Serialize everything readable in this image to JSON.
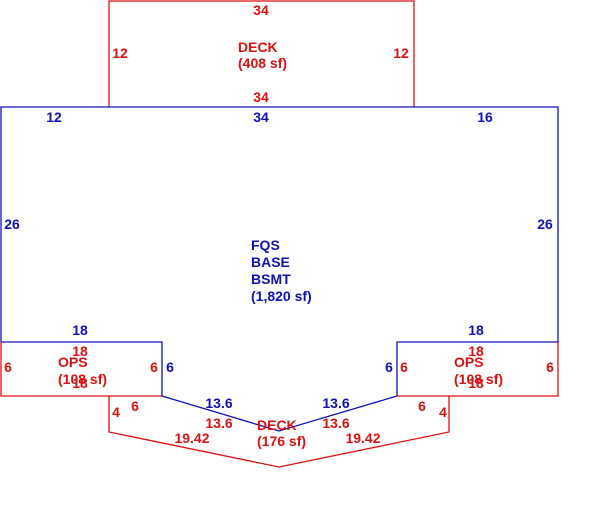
{
  "colors": {
    "deck": "#dd1111",
    "base": "#1010b8",
    "background": "#ffffff"
  },
  "deck_top": {
    "name": "DECK",
    "area": "(408 sf)",
    "dims": {
      "top": "34",
      "bottom": "34",
      "left": "12",
      "right": "12"
    }
  },
  "base": {
    "name_lines": [
      "FQS",
      "BASE",
      "BSMT"
    ],
    "area": "(1,820 sf)",
    "dims": {
      "top_left": "12",
      "top_mid": "34",
      "top_right": "16",
      "left": "26",
      "right": "26",
      "notch_left_top": "18",
      "notch_right_top": "18",
      "notch_left_side": "6",
      "notch_right_side": "6",
      "slant_left": "13.6",
      "slant_right": "13.6"
    }
  },
  "ops_left": {
    "name": "OPS",
    "area": "(108 sf)",
    "dims": {
      "top": "18",
      "bottom": "18",
      "left": "6",
      "right": "6"
    }
  },
  "ops_right": {
    "name": "OPS",
    "area": "(108 sf)",
    "dims": {
      "top": "18",
      "bottom": "18",
      "left": "6",
      "right": "6"
    }
  },
  "deck_bottom": {
    "name": "DECK",
    "area": "(176 sf)",
    "dims": {
      "left_end": "4",
      "right_end": "4",
      "left_step": "6",
      "right_step": "6",
      "inner_left": "13.6",
      "inner_right": "13.6",
      "outer_left": "19.42",
      "outer_right": "19.42"
    }
  }
}
